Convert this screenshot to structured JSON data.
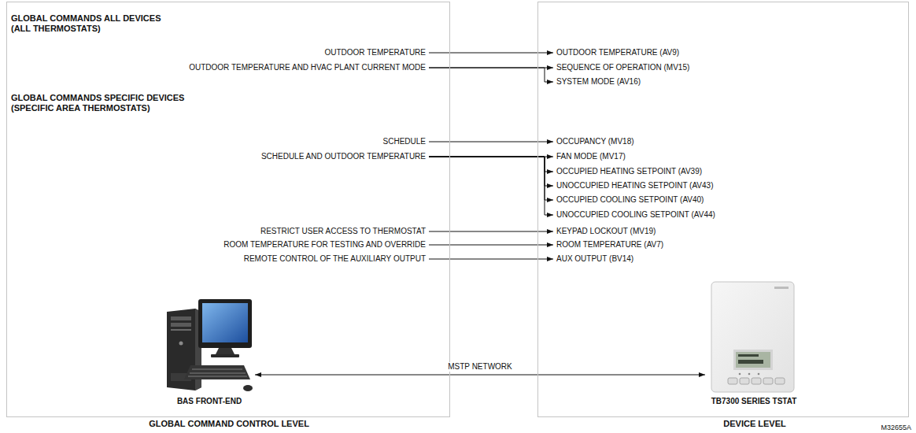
{
  "diagram": {
    "nodes": [
      {
        "text": [
          "GLOBAL COMMAND CONTROL LEVEL"
        ]
      },
      {
        "text": [
          "DEVICE LEVEL"
        ]
      },
      {
        "text": [
          "OUTDOOR TEMPERATURE"
        ],
        "in": 0
      },
      {
        "text": [
          "OUTDOOR TEMPERATURE AND HVAC PLANT CURRENT MODE"
        ],
        "in": 0
      },
      {
        "text": [
          "SCHEDULE"
        ],
        "in": 0
      },
      {
        "text": [
          "SCHEDULE AND OUTDOOR TEMPERATURE"
        ],
        "in": 0
      },
      {
        "text": [
          "RESTRICT USER ACCESS TO THERMOSTAT"
        ],
        "in": 0
      },
      {
        "text": [
          "ROOM TEMPERATURE FOR TESTING AND OVERRIDE"
        ],
        "in": 0
      },
      {
        "text": [
          "REMOTE CONTROL OF THE AUXILIARY OUTPUT"
        ],
        "in": 0
      },
      {
        "text": [
          "BAS FRONT-END"
        ],
        "in": 0
      },
      {
        "text": [
          "OUTDOOR TEMPERATURE (AV9)"
        ],
        "in": 1
      },
      {
        "text": [
          "SEQUENCE OF OPERATION (MV15)"
        ],
        "in": 1
      },
      {
        "text": [
          "SYSTEM MODE (AV16)"
        ],
        "in": 1
      },
      {
        "text": [
          "OCCUPANCY (MV18)"
        ],
        "in": 1
      },
      {
        "text": [
          "FAN MODE (MV17)"
        ],
        "in": 1
      },
      {
        "text": [
          "OCCUPIED HEATING SETPOINT (AV39)"
        ],
        "in": 1
      },
      {
        "text": [
          "UNOCCUPIED HEATING SETPOINT (AV43)"
        ],
        "in": 1
      },
      {
        "text": [
          "OCCUPIED COOLING SETPOINT (AV40)"
        ],
        "in": 1
      },
      {
        "text": [
          "UNOCCUPIED COOLING SETPOINT (AV44)"
        ],
        "in": 1
      },
      {
        "text": [
          "KEYPAD LOCKOUT (MV19)"
        ],
        "in": 1
      },
      {
        "text": [
          "ROOM TEMPERATURE (AV7)"
        ],
        "in": 1
      },
      {
        "text": [
          "AUX OUTPUT (BV14)"
        ],
        "in": 1
      },
      {
        "text": [
          "TB7300 SERIES TSTAT"
        ],
        "in": 1
      }
    ],
    "edges": [
      {
        "from": 2,
        "to": 10,
        "arrow": "to"
      },
      {
        "from": 3,
        "to": 11,
        "arrow": "to"
      },
      {
        "from": 3,
        "to": 12,
        "arrow": "to"
      },
      {
        "from": 4,
        "to": 13,
        "arrow": "to"
      },
      {
        "from": 5,
        "to": 14,
        "arrow": "to"
      },
      {
        "from": 5,
        "to": 15,
        "arrow": "to"
      },
      {
        "from": 5,
        "to": 16,
        "arrow": "to"
      },
      {
        "from": 5,
        "to": 17,
        "arrow": "to"
      },
      {
        "from": 5,
        "to": 18,
        "arrow": "to"
      },
      {
        "from": 6,
        "to": 19,
        "arrow": "to"
      },
      {
        "from": 7,
        "to": 20,
        "arrow": "to"
      },
      {
        "from": 8,
        "to": 21,
        "arrow": "to"
      },
      {
        "from": 9,
        "to": 22,
        "label": "MSTP NETWORK",
        "arrow": "both"
      }
    ],
    "labels": [
      "GLOBAL COMMANDS ALL DEVICES (ALL THERMOSTATS)",
      "GLOBAL COMMANDS SPECIFIC DEVICES (SPECIFIC AREA THERMOSTATS)",
      "M32655A"
    ]
  }
}
